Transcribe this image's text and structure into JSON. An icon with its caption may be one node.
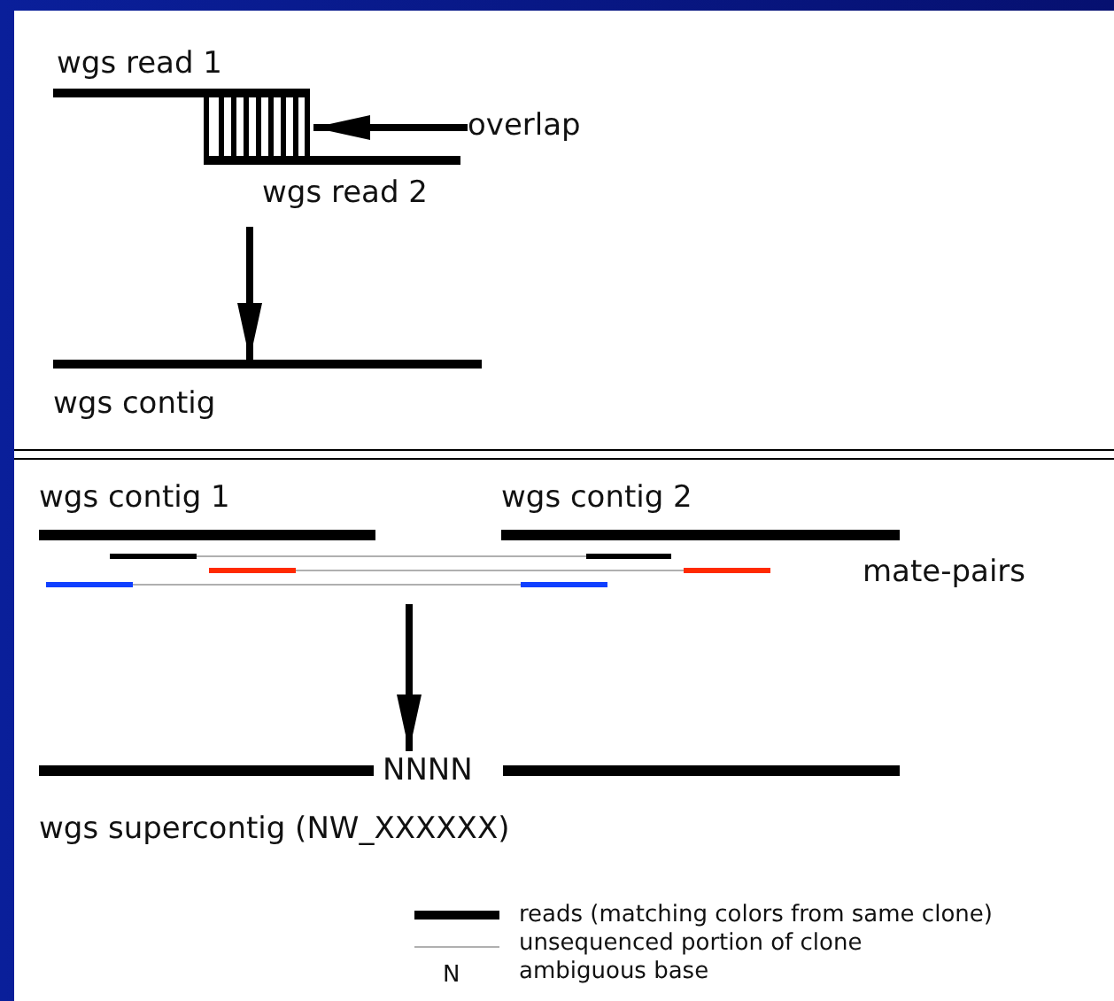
{
  "diagram": {
    "nodes": [
      {
        "text": [
          "wgs read 1"
        ]
      },
      {
        "text": [
          "wgs read 2"
        ]
      },
      {
        "text": [],
        "shape": "box"
      },
      {
        "text": [
          "overlap"
        ]
      },
      {
        "text": [
          "wgs contig"
        ]
      },
      {
        "text": [
          "wgs contig 1"
        ]
      },
      {
        "text": [
          "wgs contig 2"
        ]
      },
      {
        "text": [
          "NNNN",
          "wgs supercontig (NW_XXXXXX)"
        ]
      }
    ],
    "edges": [
      {
        "from": 3,
        "to": 2,
        "arrow": "to"
      },
      {
        "from": null,
        "to": 4,
        "arrow": "to"
      },
      {
        "from": null,
        "to": 7,
        "arrow": "to"
      }
    ],
    "labels": [
      "mate-pairs",
      "N"
    ],
    "legend": [
      {
        "text": "reads (matching colors from same clone)"
      },
      {
        "text": "unsequenced portion of clone"
      },
      {
        "text": "ambiguous base"
      }
    ]
  }
}
